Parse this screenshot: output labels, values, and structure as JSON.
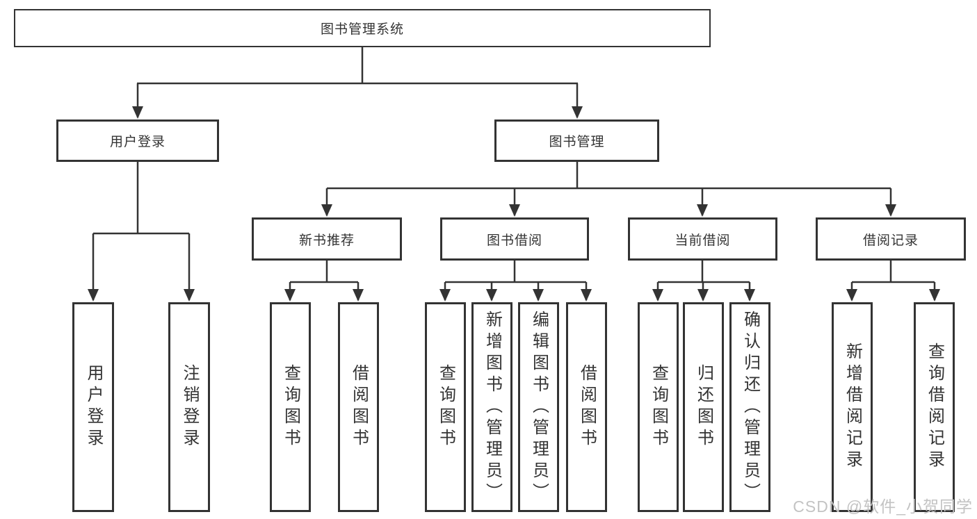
{
  "tree": {
    "label": "图书管理系统",
    "children": [
      {
        "label": "用户登录",
        "children": [
          {
            "label": "用户登录"
          },
          {
            "label": "注销登录"
          }
        ]
      },
      {
        "label": "图书管理",
        "children": [
          {
            "label": "新书推荐",
            "children": [
              {
                "label": "查询图书"
              },
              {
                "label": "借阅图书"
              }
            ]
          },
          {
            "label": "图书借阅",
            "children": [
              {
                "label": "查询图书"
              },
              {
                "label": "新增图书（管理员）"
              },
              {
                "label": "编辑图书（管理员）"
              },
              {
                "label": "借阅图书"
              }
            ]
          },
          {
            "label": "当前借阅",
            "children": [
              {
                "label": "查询图书"
              },
              {
                "label": "归还图书"
              },
              {
                "label": "确认归还（管理员）"
              }
            ]
          },
          {
            "label": "借阅记录",
            "children": [
              {
                "label": "新增借阅记录"
              },
              {
                "label": "查询借阅记录"
              }
            ]
          }
        ]
      }
    ]
  },
  "watermark": "CSDN @软件_小贺同学",
  "colors": {
    "line": "#333333",
    "text": "#333333",
    "watermark": "#c3c3c3",
    "background": "#ffffff"
  }
}
